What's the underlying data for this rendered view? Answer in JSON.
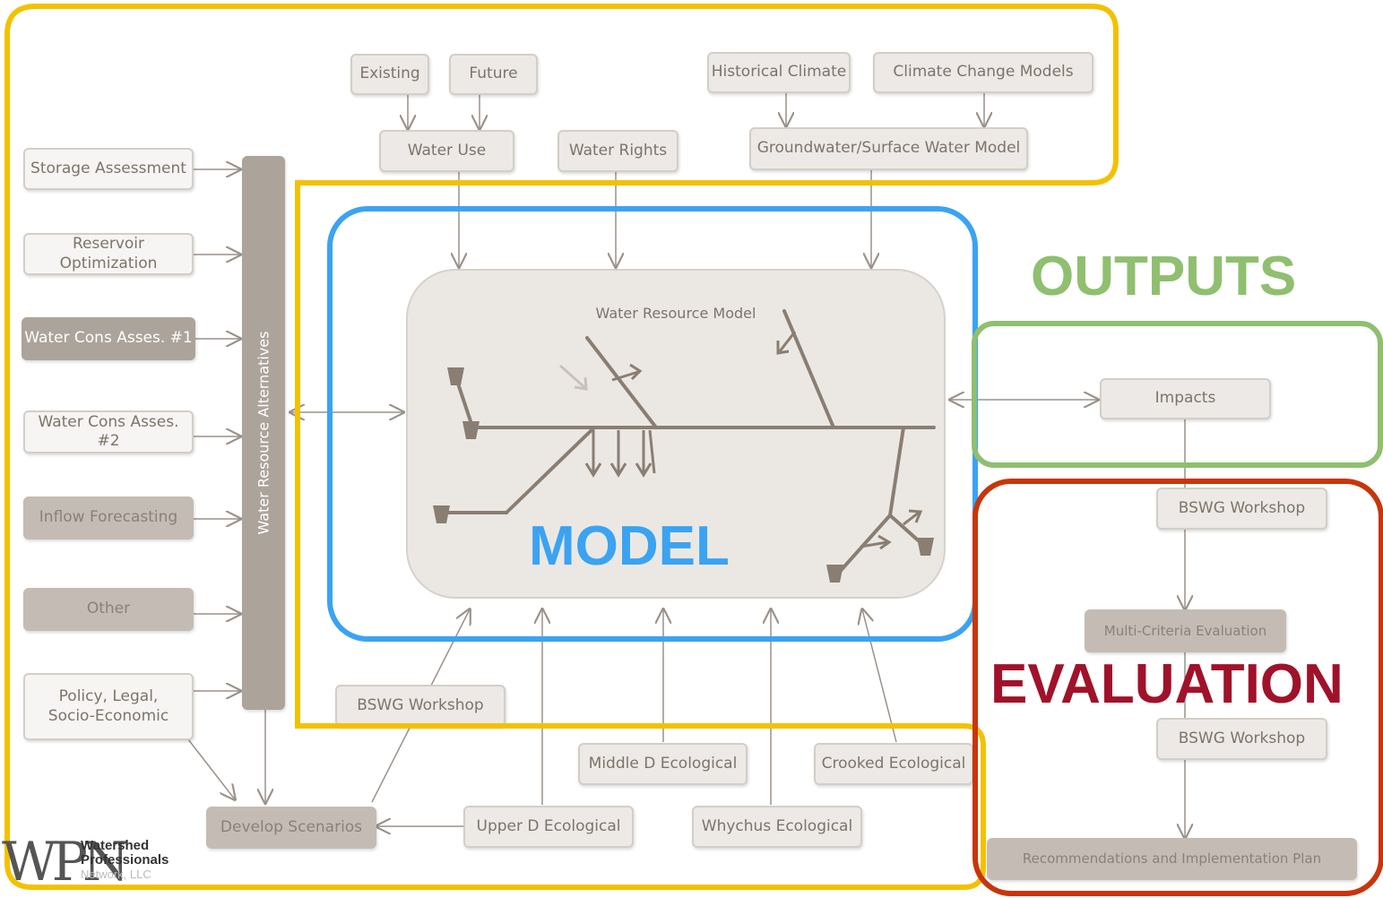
{
  "inputs_top": {
    "existing": "Existing",
    "future": "Future",
    "historical_climate": "Historical Climate",
    "climate_change_models": "Climate Change Models",
    "water_use": "Water Use",
    "water_rights": "Water Rights",
    "groundwater_model": "Groundwater/Surface Water Model"
  },
  "alternatives": {
    "storage_assessment": "Storage Assessment",
    "reservoir_optimization": "Reservoir Optimization",
    "water_cons_1": "Water Cons Asses. #1",
    "water_cons_2": "Water Cons Asses. #2",
    "inflow_forecasting": "Inflow Forecasting",
    "other": "Other",
    "policy": "Policy, Legal,\nSocio-Economic",
    "bar_label": "Water Resource Alternatives"
  },
  "model": {
    "title": "Water Resource Model",
    "label": "MODEL"
  },
  "bottom": {
    "bswg_workshop": "BSWG Workshop",
    "develop_scenarios": "Develop Scenarios",
    "upper_d": "Upper D Ecological",
    "middle_d": "Middle D Ecological",
    "whychus": "Whychus Ecological",
    "crooked": "Crooked Ecological"
  },
  "outputs": {
    "label": "OUTPUTS",
    "impacts": "Impacts"
  },
  "evaluation": {
    "label": "EVALUATION",
    "bswg_workshop_1": "BSWG Workshop",
    "multi_criteria": "Multi-Criteria Evaluation",
    "bswg_workshop_2": "BSWG Workshop",
    "recommendations": "Recommendations and Implementation Plan"
  },
  "logo": {
    "mark": "WPN",
    "line1": "Watershed",
    "line2": "Professionals",
    "line3": "Network, LLC"
  },
  "colors": {
    "inputs_frame": "#f2c200",
    "model_frame": "#3ba3f2",
    "outputs": "#8fbf6f",
    "evaluation_frame": "#c8350a",
    "evaluation_text": "#a0122a",
    "box_dark": "#aca39b",
    "line": "#9a918a"
  }
}
